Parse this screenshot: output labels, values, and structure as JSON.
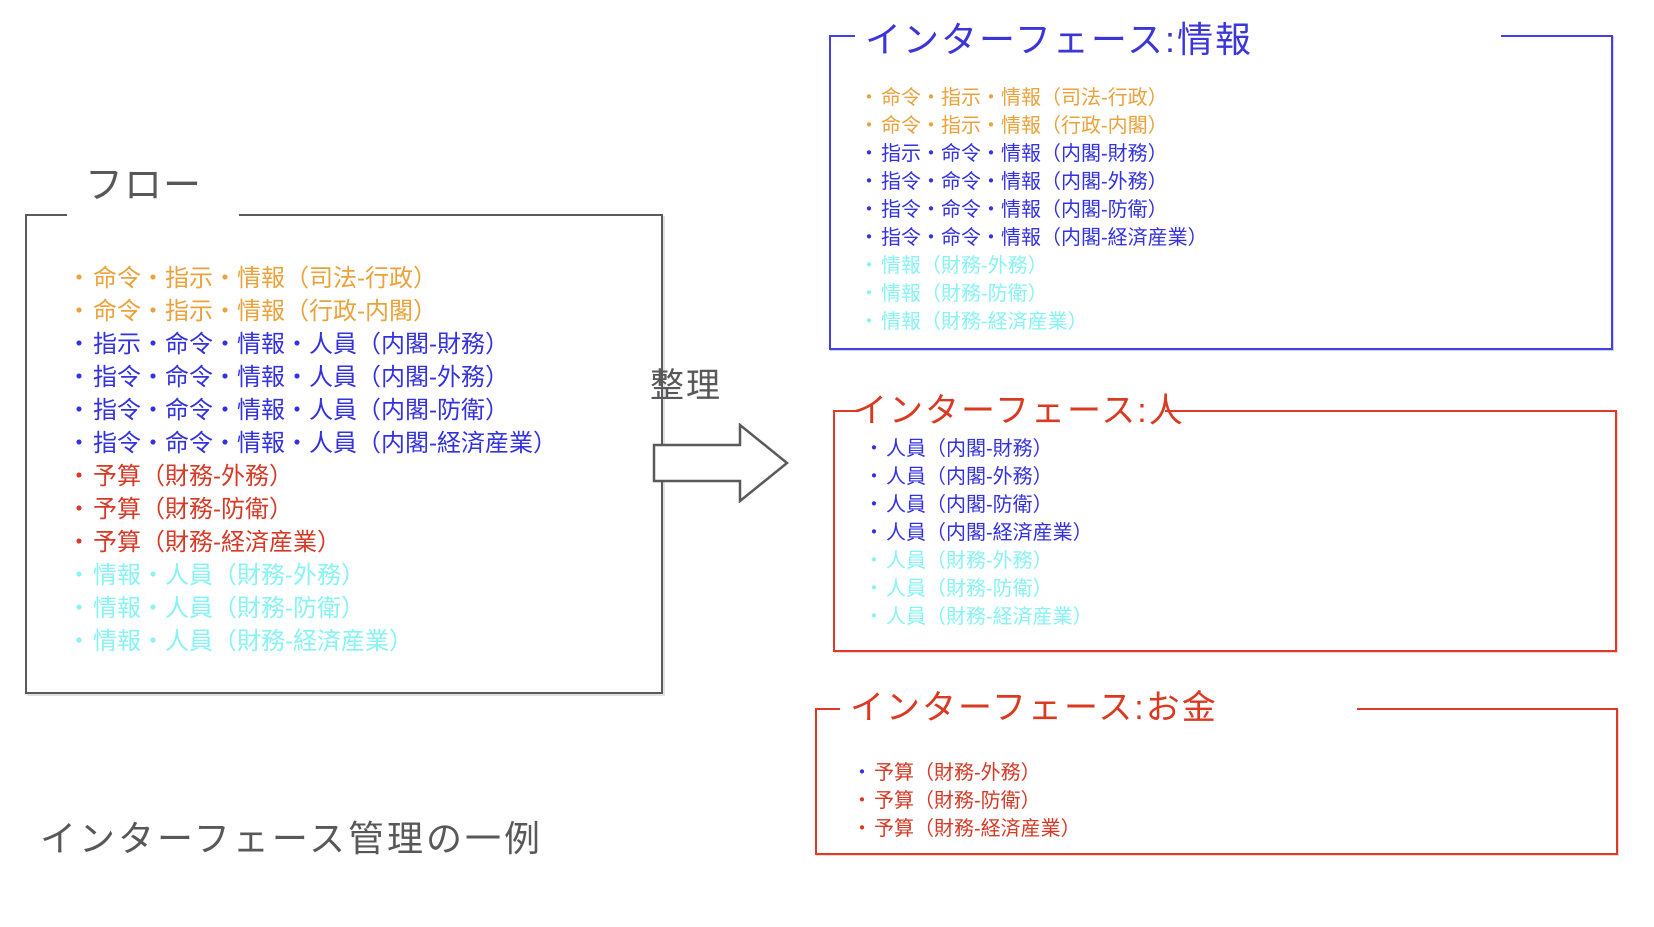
{
  "palette": {
    "orange": "#E9A23C",
    "blue": "#3432DE",
    "red": "#D63A26",
    "cyan": "#87F3F3",
    "gray": "#58585A",
    "gray_border": "#5A5A5A",
    "blue_border": "#4441E2",
    "blue_title": "#3C35DA",
    "red_border": "#DE3A27",
    "red_title": "#DB3A22"
  },
  "bullet_char": "・",
  "caption": "インターフェース管理の一例",
  "arrow": {
    "label": "整理"
  },
  "flow_box": {
    "title": "フロー",
    "items": [
      {
        "text": "命令・指示・情報（司法-行政）",
        "color": "orange"
      },
      {
        "text": "命令・指示・情報（行政-内閣）",
        "color": "orange"
      },
      {
        "text": "指示・命令・情報・人員（内閣-財務）",
        "color": "blue"
      },
      {
        "text": "指令・命令・情報・人員（内閣-外務）",
        "color": "blue"
      },
      {
        "text": "指令・命令・情報・人員（内閣-防衛）",
        "color": "blue"
      },
      {
        "text": "指令・命令・情報・人員（内閣-経済産業）",
        "color": "blue"
      },
      {
        "text": "予算（財務-外務）",
        "color": "red"
      },
      {
        "text": "予算（財務-防衛）",
        "color": "red"
      },
      {
        "text": "予算（財務-経済産業）",
        "color": "red"
      },
      {
        "text": "情報・人員（財務-外務）",
        "color": "cyan"
      },
      {
        "text": "情報・人員（財務-防衛）",
        "color": "cyan"
      },
      {
        "text": "情報・人員（財務-経済産業）",
        "color": "cyan"
      }
    ]
  },
  "info_box": {
    "title": "インターフェース:情報",
    "items": [
      {
        "text": "命令・指示・情報（司法-行政）",
        "color": "orange"
      },
      {
        "text": "命令・指示・情報（行政-内閣）",
        "color": "orange"
      },
      {
        "text": "指示・命令・情報（内閣-財務）",
        "color": "blue"
      },
      {
        "text": "指令・命令・情報（内閣-外務）",
        "color": "blue"
      },
      {
        "text": "指令・命令・情報（内閣-防衛）",
        "color": "blue"
      },
      {
        "text": "指令・命令・情報（内閣-経済産業）",
        "color": "blue"
      },
      {
        "text": "情報（財務-外務）",
        "color": "cyan"
      },
      {
        "text": "情報（財務-防衛）",
        "color": "cyan"
      },
      {
        "text": "情報（財務-経済産業）",
        "color": "cyan"
      }
    ]
  },
  "people_box": {
    "title": "インターフェース:人",
    "items": [
      {
        "text": "人員（内閣-財務）",
        "color": "blue"
      },
      {
        "text": "人員（内閣-外務）",
        "color": "blue"
      },
      {
        "text": "人員（内閣-防衛）",
        "color": "blue"
      },
      {
        "text": "人員（内閣-経済産業）",
        "color": "blue"
      },
      {
        "text": "人員（財務-外務）",
        "color": "cyan"
      },
      {
        "text": "人員（財務-防衛）",
        "color": "cyan"
      },
      {
        "text": "人員（財務-経済産業）",
        "color": "cyan"
      }
    ]
  },
  "money_box": {
    "title": "インターフェース:お金",
    "items": [
      {
        "text": "予算（財務-外務）",
        "color": "red",
        "bullet_color": "blue"
      },
      {
        "text": "予算（財務-防衛）",
        "color": "red"
      },
      {
        "text": "予算（財務-経済産業）",
        "color": "red"
      }
    ]
  }
}
